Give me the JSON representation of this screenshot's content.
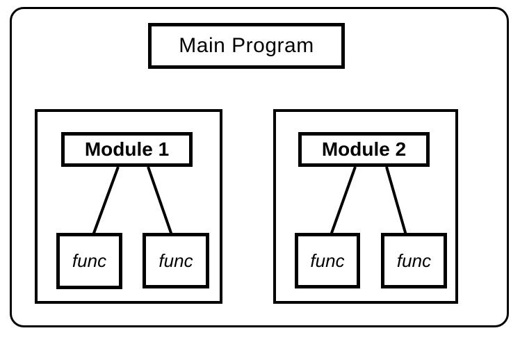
{
  "diagram": {
    "title_box": {
      "label": "Main Program"
    },
    "modules": [
      {
        "label": "Module 1",
        "functions": [
          {
            "label": "func"
          },
          {
            "label": "func"
          }
        ]
      },
      {
        "label": "Module 2",
        "functions": [
          {
            "label": "func"
          },
          {
            "label": "func"
          }
        ]
      }
    ],
    "colors": {
      "stroke": "#000000",
      "background": "#ffffff"
    }
  }
}
